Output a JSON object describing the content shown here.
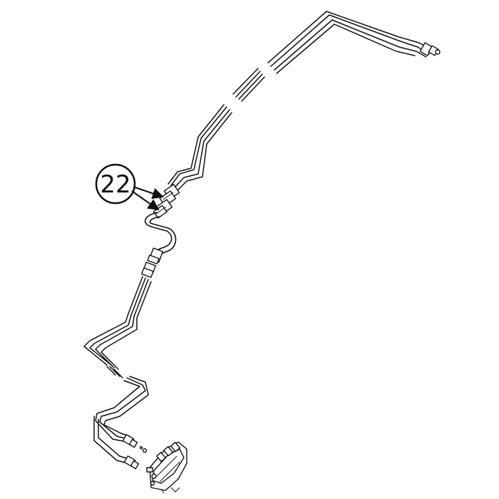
{
  "diagram": {
    "callouts": [
      {
        "label": "22",
        "target": "pipe-fittings"
      }
    ],
    "components": [
      {
        "name": "hydraulic-tube-assembly"
      },
      {
        "name": "control-valve"
      }
    ]
  }
}
